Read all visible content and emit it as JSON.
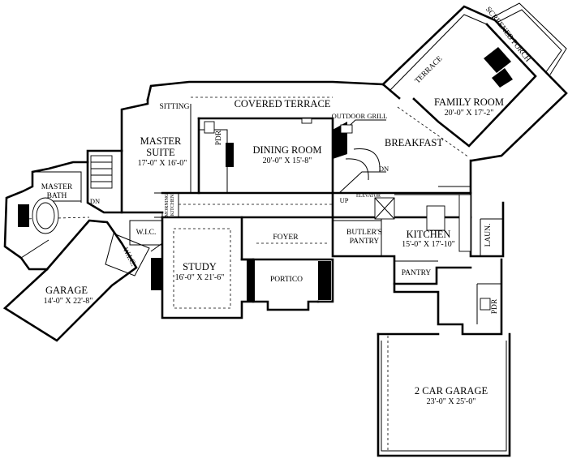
{
  "rooms": {
    "screened_porch": "SCREENED PORCH",
    "terrace": "TERRACE",
    "family_room": {
      "name": "FAMILY ROOM",
      "dims": "20'-0\" X 17'-2\""
    },
    "covered_terrace": "COVERED TERRACE",
    "sitting": "SITTING",
    "outdoor_grill": "OUTDOOR GRILL",
    "breakfast": "BREAKFAST",
    "master_suite": {
      "name_line1": "MASTER",
      "name_line2": "SUITE",
      "dims": "17'-0\" X 16'-0\""
    },
    "pdr_upper": "PDR",
    "dining_room": {
      "name": "DINING ROOM",
      "dims": "20'-0\" X 15'-8\""
    },
    "master_bath": {
      "line1": "MASTER",
      "line2": "BATH"
    },
    "dn_master": "DN",
    "dn_stair": "DN",
    "up_stair": "UP",
    "elevator": "ELEVATOR",
    "morning_kitchen": {
      "line1": "MORNING",
      "line2": "KITCHEN"
    },
    "wic_upper": "W.I.C.",
    "wic_lower": "W.I.C.",
    "foyer": "FOYER",
    "butlers_pantry": {
      "line1": "BUTLER'S",
      "line2": "PANTRY"
    },
    "kitchen": {
      "name": "KITCHEN",
      "dims": "15'-0\" X 17'-10\""
    },
    "laundry": "LAUN.",
    "study": {
      "name": "STUDY",
      "dims": "16'-0\" X 21'-6\""
    },
    "garage_small": {
      "name": "GARAGE",
      "dims": "14'-0\" X 22'-8\""
    },
    "portico": "PORTICO",
    "pantry": "PANTRY",
    "pdr_lower": "PDR",
    "two_car_garage": {
      "name": "2 CAR GARAGE",
      "dims": "23'-0\" X 25'-0\""
    }
  }
}
